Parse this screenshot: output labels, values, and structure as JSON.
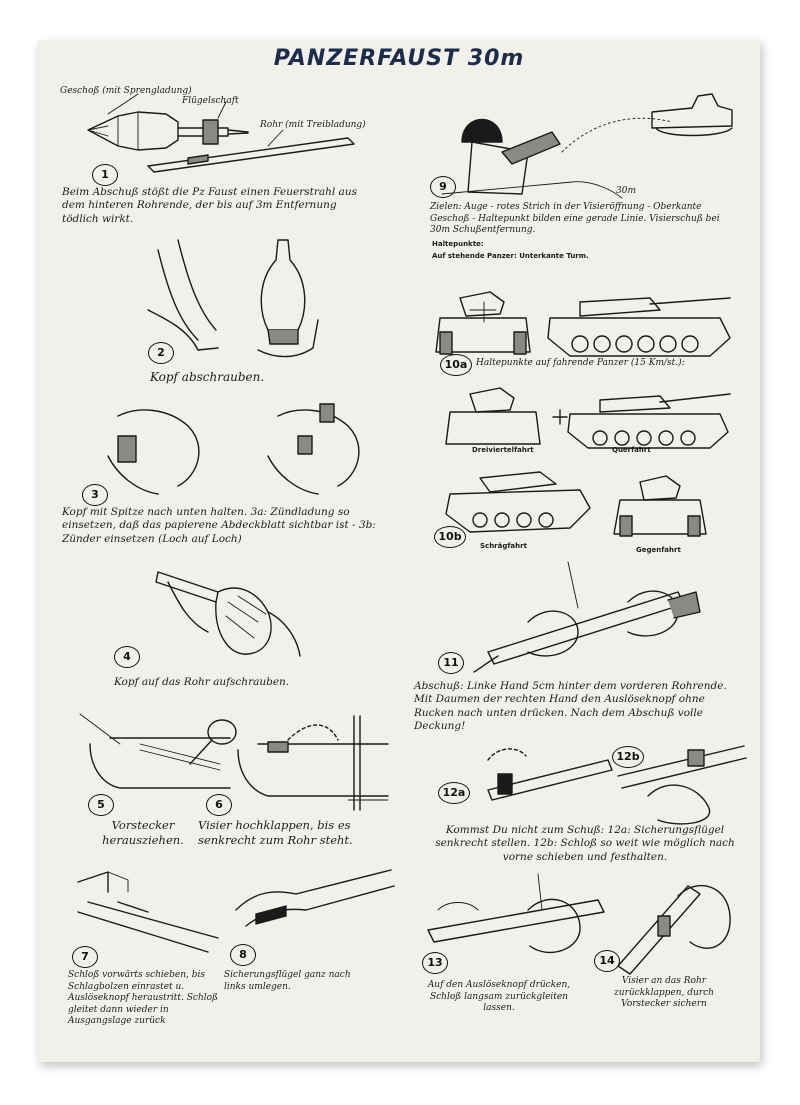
{
  "title": "PANZERFAUST 30m",
  "labels": {
    "geschoss": "Geschoß (mit Sprengladung)",
    "fluegelschaft": "Flügelschaft",
    "rohr": "Rohr (mit Treibladung)",
    "range_mark": "30m"
  },
  "steps": [
    {
      "num": "1",
      "text": "Beim Abschuß stößt die Pz Faust einen Feuerstrahl aus dem hinteren Rohrende, der bis auf 3m Entfernung tödlich wirkt."
    },
    {
      "num": "2",
      "text": "Kopf abschrauben."
    },
    {
      "num": "3",
      "text": "Kopf mit Spitze nach unten halten. 3a: Zündladung so einsetzen, daß das papierene Abdeckblatt sichtbar ist - 3b: Zünder einsetzen (Loch auf Loch)"
    },
    {
      "num": "4",
      "text": "Kopf auf das Rohr aufschrauben."
    },
    {
      "num": "5",
      "text": "Vorstecker herausziehen."
    },
    {
      "num": "6",
      "text": "Visier hochklappen, bis es senkrecht zum Rohr steht."
    },
    {
      "num": "7",
      "text": "Schloß vorwärts schieben, bis Schlagbolzen einrastet u. Auslöseknopf heraustritt. Schloß gleitet dann wieder in Ausgangslage zurück"
    },
    {
      "num": "8",
      "text": "Sicherungsflügel ganz nach links umlegen."
    },
    {
      "num": "9",
      "text": "Zielen: Auge - rotes Strich in der Visieröffnung - Oberkante Geschoß - Haltepunkt bilden eine gerade Linie. Visierschuß bei 30m Schußentfernung."
    },
    {
      "num": "10a",
      "text": "Haltepunkte auf fahrende Panzer (15 Km/st.):"
    },
    {
      "num": "10b",
      "text": ""
    },
    {
      "num": "11",
      "text": "Abschuß: Linke Hand 5cm hinter dem vorderen Rohrende. Mit Daumen der rechten Hand den Auslöseknopf ohne Rucken nach unten drücken. Nach dem Abschuß volle Deckung!"
    },
    {
      "num": "12a",
      "text": "Kommst Du nicht zum Schuß: 12a: Sicherungsflügel senkrecht stellen. 12b: Schloß so weit wie möglich nach vorne schieben und festhalten."
    },
    {
      "num": "12b",
      "text": ""
    },
    {
      "num": "13",
      "text": "Auf den Auslöseknopf drücken, Schloß langsam zurückgleiten lassen."
    },
    {
      "num": "14",
      "text": "Visier an das Rohr zurückklappen, durch Vorstecker sichern"
    }
  ],
  "haltepunkte": {
    "heading": "Haltepunkte:",
    "stationary": "Auf stehende Panzer: Unterkante Turm.",
    "dreiviertelfahrt": "Dreiviertelfahrt",
    "querfahrt": "Querfahrt",
    "schraegfahrt": "Schrägfahrt",
    "gegenfahrt": "Gegenfahrt"
  }
}
